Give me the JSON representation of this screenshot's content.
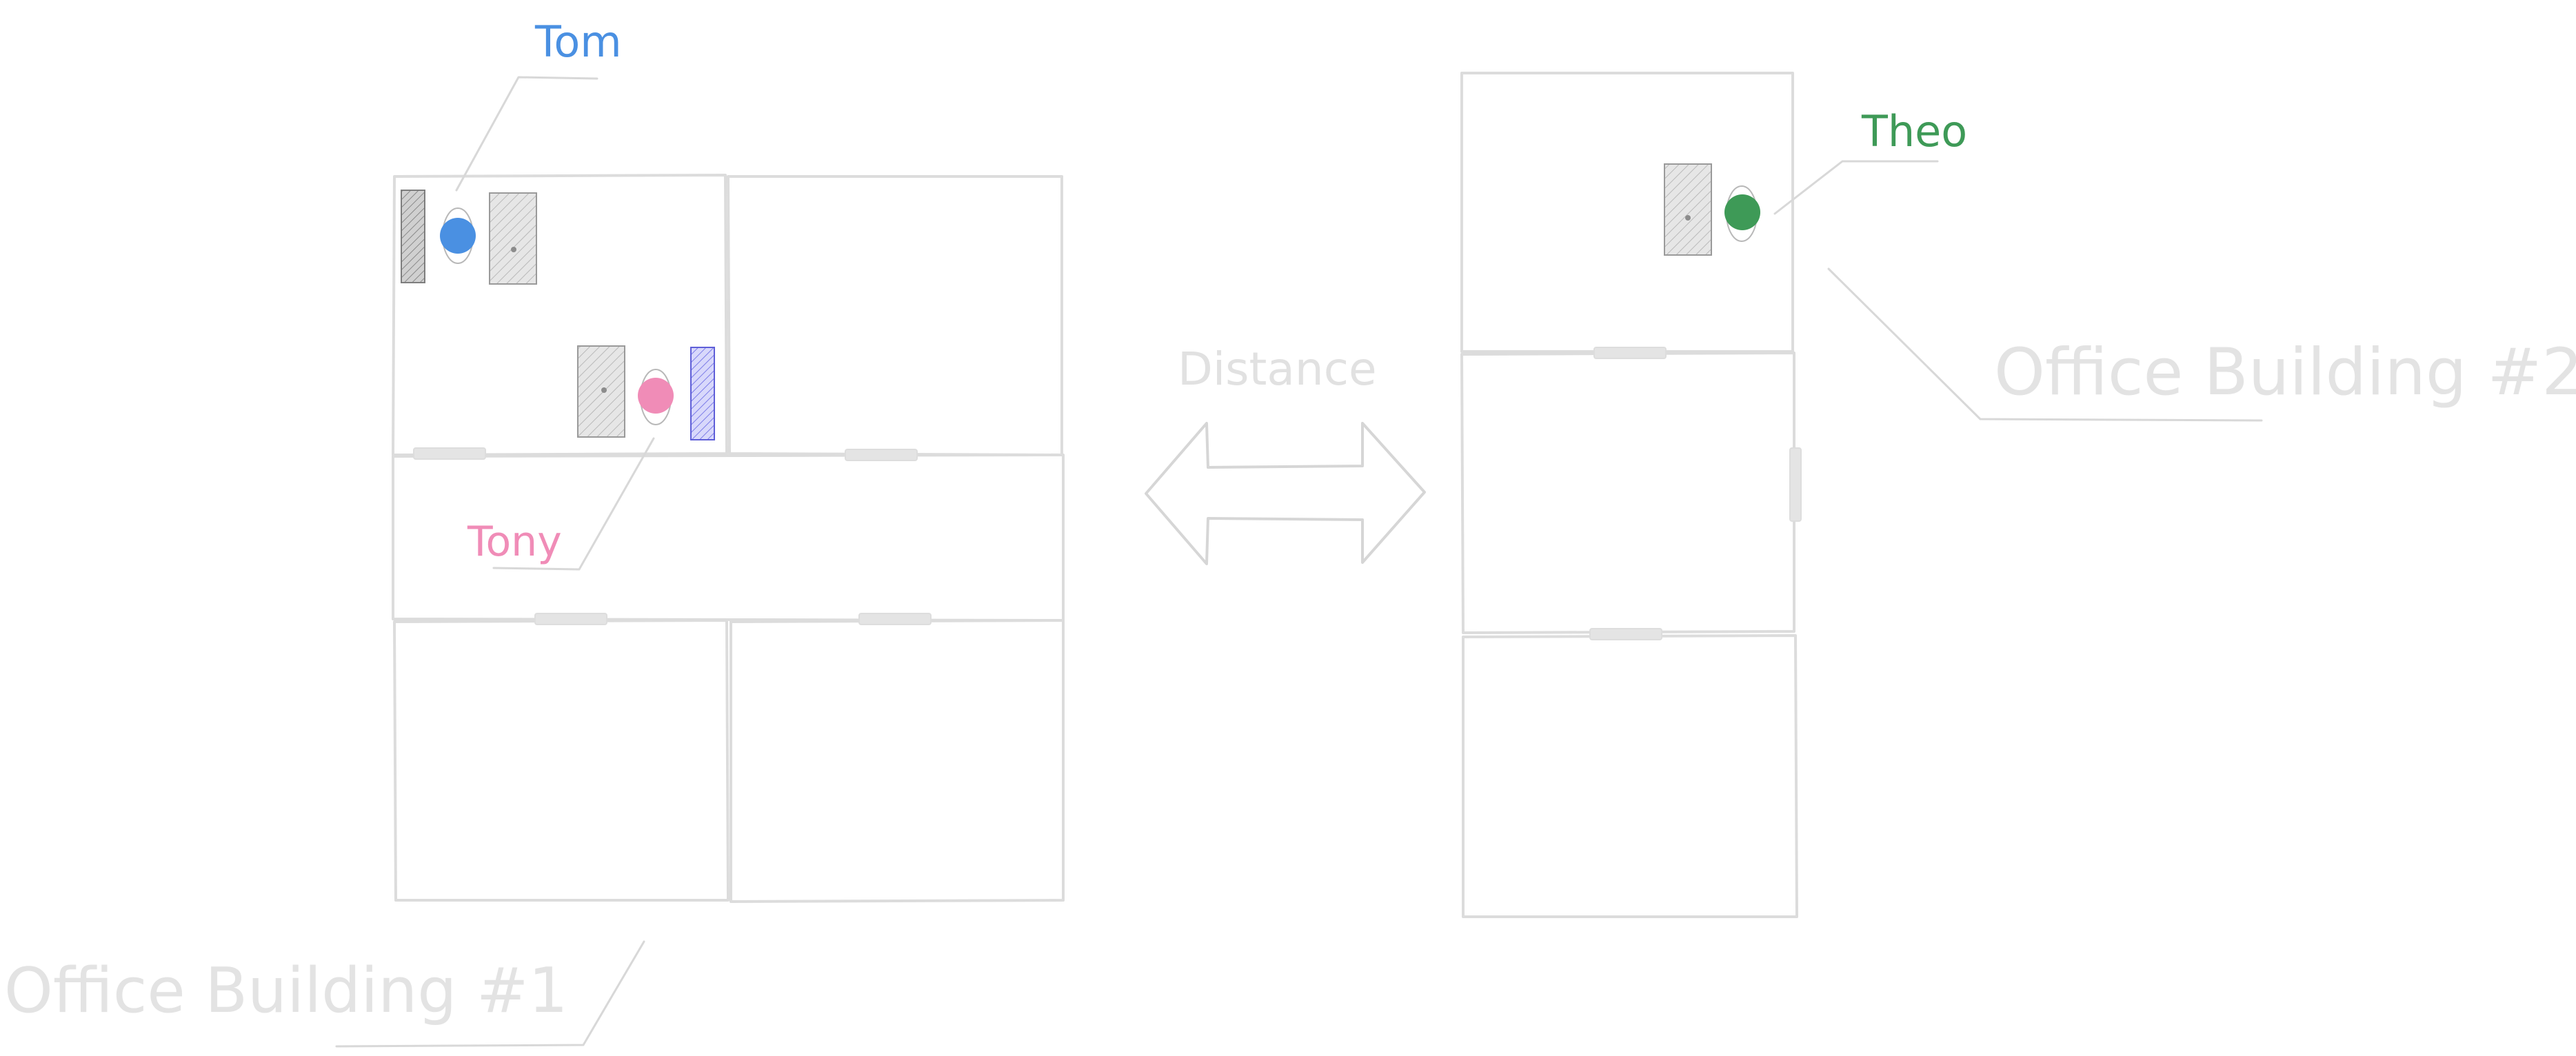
{
  "labels": {
    "person_top_left": "Tom",
    "person_bottom_left": "Tony",
    "person_right": "Theo",
    "distance": "Distance",
    "building_1": "Office Building #1",
    "building_2": "Office Building #2"
  },
  "colors": {
    "tom": "#4a90e2",
    "tony": "#f08cb7",
    "theo": "#3e9a57",
    "faint_text": "#e3e3e3",
    "wall": "#dcdcdc",
    "desk_fill": "#d9d9d9",
    "shelf_blue": "#8f8ff0"
  }
}
